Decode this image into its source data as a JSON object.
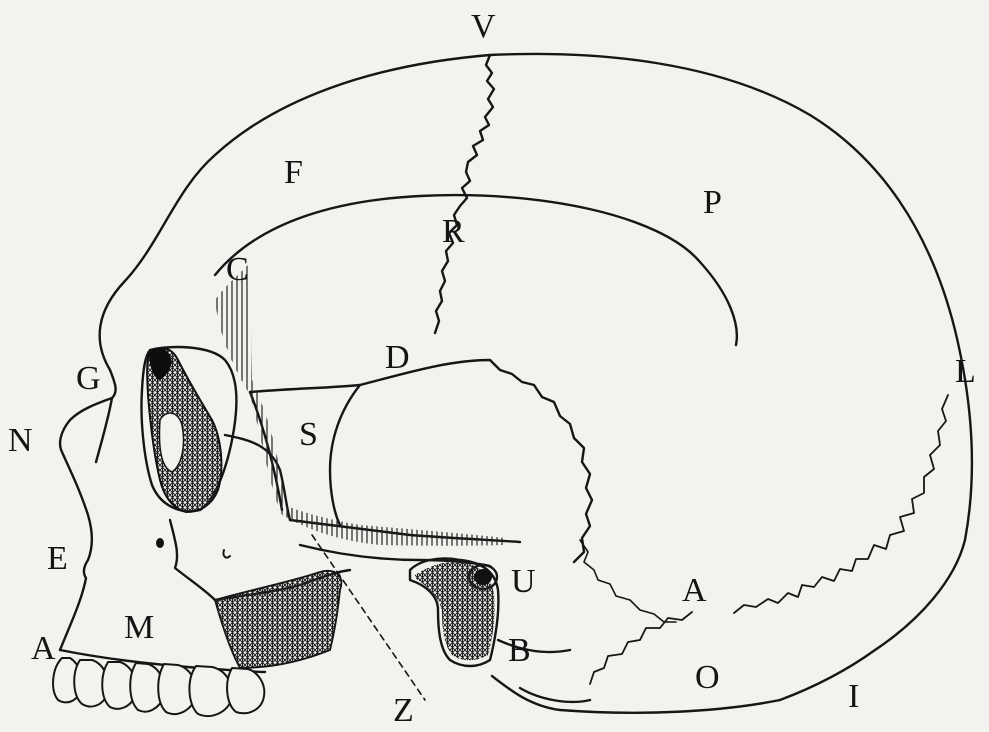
{
  "figure": {
    "labels": {
      "V": "V",
      "F": "F",
      "P": "P",
      "R": "R",
      "C": "C",
      "D": "D",
      "G": "G",
      "L": "L",
      "N": "N",
      "S": "S",
      "E": "E",
      "U": "U",
      "A_upper_jaw": "A",
      "M": "M",
      "A_occipital": "A",
      "B": "B",
      "O": "O",
      "I": "I",
      "Z": "Z"
    }
  }
}
